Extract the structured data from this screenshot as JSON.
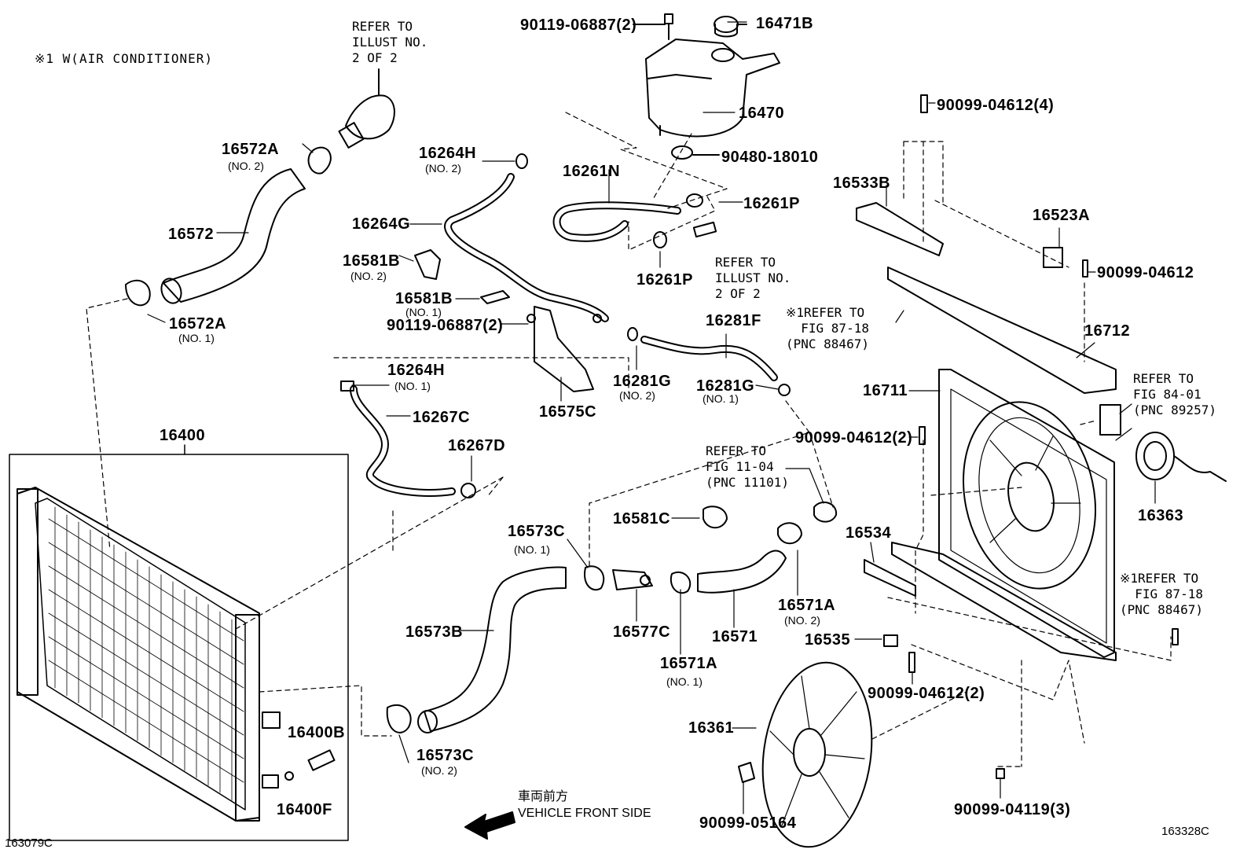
{
  "header_note": "※1 W(AIR CONDITIONER)",
  "parts": {
    "p16400": "16400",
    "p16400B": "16400B",
    "p16400F": "16400F",
    "p16572A_2": "16572A",
    "p16572A_2_sub": "(NO. 2)",
    "p16572": "16572",
    "p16572A_1": "16572A",
    "p16572A_1_sub": "(NO. 1)",
    "p16264H_2": "16264H",
    "p16264H_2_sub": "(NO. 2)",
    "p16264G": "16264G",
    "p16581B_2": "16581B",
    "p16581B_2_sub": "(NO. 2)",
    "p16581B_1": "16581B",
    "p16581B_1_sub": "(NO. 1)",
    "p90119_06887_2a": "90119-06887(2)",
    "p90119_06887_2b": "90119-06887(2)",
    "p16261N": "16261N",
    "p16261P_a": "16261P",
    "p16261P_b": "16261P",
    "p16471B": "16471B",
    "p16470": "16470",
    "p90480_18010": "90480-18010",
    "p16281F": "16281F",
    "p16281G_2": "16281G",
    "p16281G_2_sub": "(NO. 2)",
    "p16281G_1": "16281G",
    "p16281G_1_sub": "(NO. 1)",
    "p16264H_1": "16264H",
    "p16264H_1_sub": "(NO. 1)",
    "p16267C": "16267C",
    "p16267D": "16267D",
    "p16575C": "16575C",
    "p16581C": "16581C",
    "p16573C_1": "16573C",
    "p16573C_1_sub": "(NO. 1)",
    "p16573B": "16573B",
    "p16573C_2": "16573C",
    "p16573C_2_sub": "(NO. 2)",
    "p16577C": "16577C",
    "p16571A_1": "16571A",
    "p16571A_1_sub": "(NO. 1)",
    "p16571": "16571",
    "p16571A_2": "16571A",
    "p16571A_2_sub": "(NO. 2)",
    "p16361": "16361",
    "p90099_05164": "90099-05164",
    "p90099_04612_4": "90099-04612(4)",
    "p16533B": "16533B",
    "p16523A": "16523A",
    "p90099_04612": "90099-04612",
    "p16712": "16712",
    "p16711": "16711",
    "p90099_04612_2a": "90099-04612(2)",
    "p16534": "16534",
    "p16535": "16535",
    "p90099_04612_2b": "90099-04612(2)",
    "p16363": "16363",
    "p90099_04119_3": "90099-04119(3)"
  },
  "refs": {
    "r1": "REFER TO\nILLUST NO.\n2 OF 2",
    "r2": "REFER TO\nILLUST NO.\n2 OF 2",
    "r3": "※1REFER TO\n  FIG 87-18\n(PNC 88467)",
    "r4": "REFER TO\nFIG 11-04\n(PNC 11101)",
    "r5": "REFER TO\nFIG 84-01\n(PNC 89257)",
    "r6": "※1REFER TO\n  FIG 87-18\n(PNC 88467)"
  },
  "direction": {
    "japanese": "車両前方",
    "english": "VEHICLE FRONT SIDE"
  },
  "codes": {
    "left": "163079C",
    "right": "163328C"
  }
}
